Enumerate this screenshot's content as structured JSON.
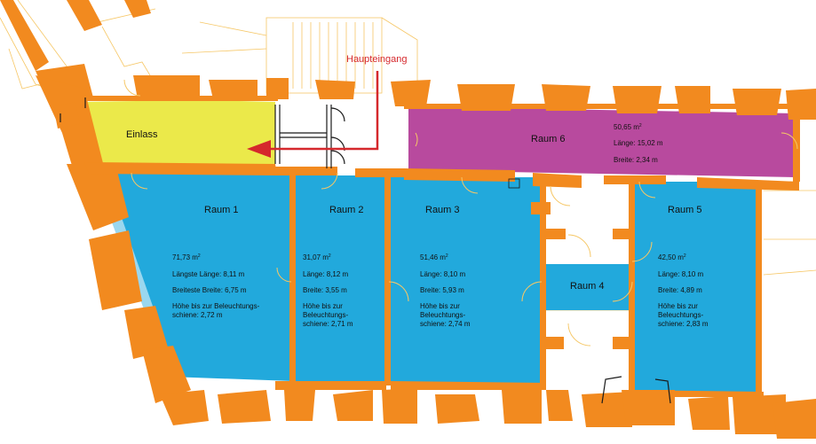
{
  "colors": {
    "wall": "#f28a1f",
    "room_blue": "#22a9dc",
    "entrance_yellow": "#ebe94a",
    "room_purple": "#b84a9e",
    "arrow_red": "#d5282c",
    "thin_line": "#f6c766"
  },
  "entrance": {
    "label": "Haupteingang"
  },
  "rooms": {
    "einlass": {
      "title": "Einlass"
    },
    "raum1": {
      "title": "Raum 1",
      "area": "71,73 m",
      "area_sup": "2",
      "line1": "Längste Länge: 8,11 m",
      "line2": "Breiteste Breite: 6,75 m",
      "line3": "Höhe bis zur Beleuchtungs-",
      "line4": "schiene: 2,72 m"
    },
    "raum2": {
      "title": "Raum 2",
      "area": "31,07 m",
      "area_sup": "2",
      "line1": "Länge: 8,12 m",
      "line2": "Breite: 3,55 m",
      "line3": "Höhe bis zur",
      "line4": "Beleuchtungs-",
      "line5": "schiene: 2,71 m"
    },
    "raum3": {
      "title": "Raum 3",
      "area": "51,46 m",
      "area_sup": "2",
      "line1": "Länge: 8,10 m",
      "line2": "Breite: 5,93 m",
      "line3": "Höhe bis zur",
      "line4": "Beleuchtungs-",
      "line5": "schiene: 2,74 m"
    },
    "raum4": {
      "title": "Raum 4"
    },
    "raum5": {
      "title": "Raum 5",
      "area": "42,50 m",
      "area_sup": "2",
      "line1": "Länge: 8,10 m",
      "line2": "Breite:  4,89 m",
      "line3": "Höhe bis zur",
      "line4": "Beleuchtungs-",
      "line5": "schiene: 2,83 m"
    },
    "raum6": {
      "title": "Raum 6",
      "area": "50,65 m",
      "area_sup": "2",
      "line1": "Länge: 15,02 m",
      "line2": "Breite: 2,34 m"
    }
  }
}
